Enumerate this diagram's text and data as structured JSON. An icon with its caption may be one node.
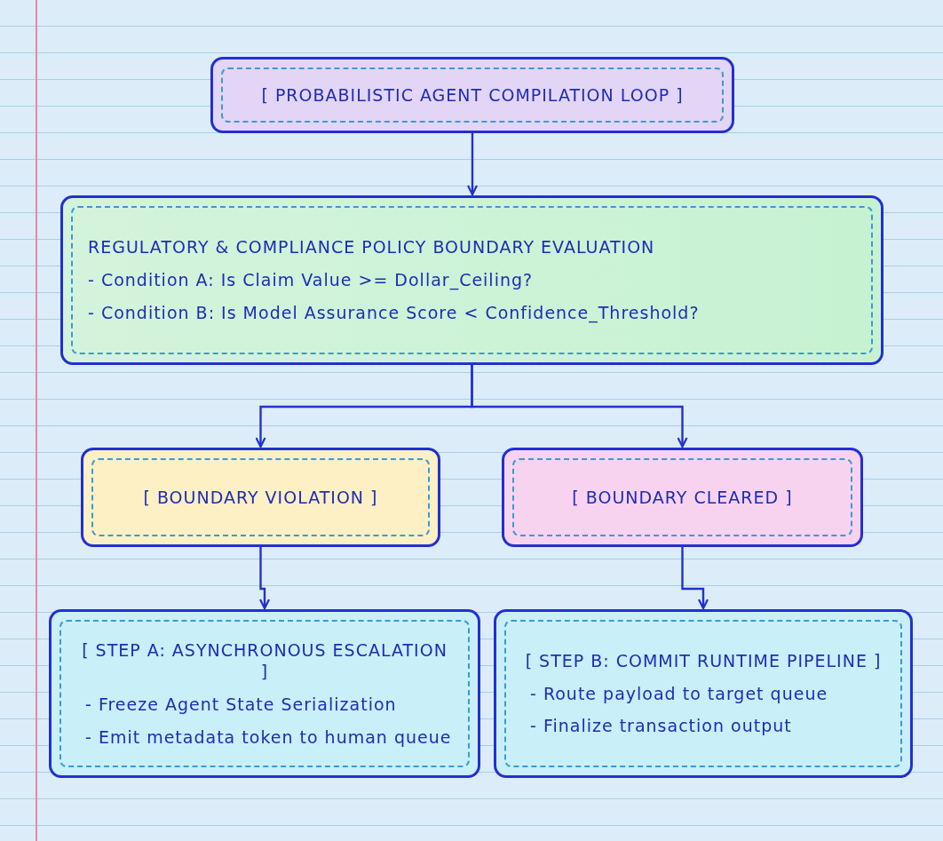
{
  "diagram": {
    "nodes": [
      {
        "text": [
          "[ PROBABILISTIC AGENT COMPILATION LOOP ]"
        ]
      },
      {
        "text": [
          "REGULATORY & COMPLIANCE POLICY BOUNDARY EVALUATION",
          "- Condition A: Is Claim Value >= Dollar_Ceiling?",
          "- Condition B: Is Model Assurance Score < Confidence_Threshold?"
        ]
      },
      {
        "text": [
          "[ BOUNDARY VIOLATION ]"
        ]
      },
      {
        "text": [
          "[ BOUNDARY CLEARED ]"
        ]
      },
      {
        "text": [
          "[ STEP A: ASYNCHRONOUS ESCALATION ]",
          "- Freeze Agent State Serialization",
          "- Emit metadata token to human queue"
        ]
      },
      {
        "text": [
          "[ STEP B: COMMIT RUNTIME PIPELINE ]",
          "- Route payload to target queue",
          "- Finalize transaction output"
        ]
      }
    ],
    "edges": [
      {
        "from": 0,
        "to": 1,
        "arrow": "to"
      },
      {
        "from": 1,
        "to": 2,
        "arrow": "to"
      },
      {
        "from": 1,
        "to": 3,
        "arrow": "to"
      },
      {
        "from": 2,
        "to": 4,
        "arrow": "to"
      },
      {
        "from": 3,
        "to": 5,
        "arrow": "to"
      }
    ]
  }
}
